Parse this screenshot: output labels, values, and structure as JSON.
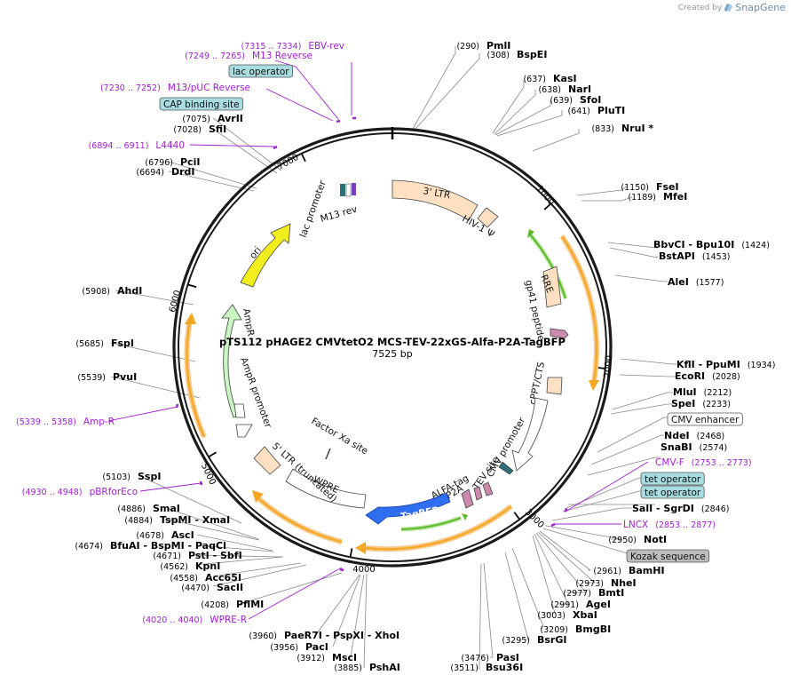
{
  "plasmid": {
    "name": "pTS112 pHAGE2 CMVtetO2 MCS-TEV-22xGS-Alfa-P2A-TagBFP",
    "length_label": "7525 bp",
    "length": 7525
  },
  "branding": {
    "created_by": "Created by",
    "product": "SnapGene"
  },
  "colors": {
    "primer": "#a020d0",
    "orange_arrow": "#f5a623",
    "green_arrow": "#5cb82a",
    "bfp": "#2f6ef0",
    "ori": "#f2ee1e",
    "ampr": "#c9f5c0"
  },
  "ticks": [
    {
      "label": "1000",
      "pos": 1000
    },
    {
      "label": "2000",
      "pos": 2000
    },
    {
      "label": "3000",
      "pos": 3000
    },
    {
      "label": "4000",
      "pos": 4000
    },
    {
      "label": "5000",
      "pos": 5000
    },
    {
      "label": "6000",
      "pos": 6000
    },
    {
      "label": "7000",
      "pos": 7000
    }
  ],
  "sites": [
    {
      "name": "PmlI",
      "pos_label": "(290)",
      "pos": 290
    },
    {
      "name": "BspEI",
      "pos_label": "(308)",
      "pos": 308
    },
    {
      "name": "KasI",
      "pos_label": "(637)",
      "pos": 637
    },
    {
      "name": "NarI",
      "pos_label": "(638)",
      "pos": 638
    },
    {
      "name": "SfoI",
      "pos_label": "(639)",
      "pos": 639
    },
    {
      "name": "PluTI",
      "pos_label": "(641)",
      "pos": 641
    },
    {
      "name": "NruI *",
      "pos_label": "(833)",
      "pos": 833
    },
    {
      "name": "FseI",
      "pos_label": "(1150)",
      "pos": 1150
    },
    {
      "name": "MfeI",
      "pos_label": "(1189)",
      "pos": 1189
    },
    {
      "name": "BbvCI - Bpu10I",
      "pos_label": "(1424)",
      "pos": 1424
    },
    {
      "name": "BstAPI",
      "pos_label": "(1453)",
      "pos": 1453
    },
    {
      "name": "AleI",
      "pos_label": "(1577)",
      "pos": 1577
    },
    {
      "name": "KflI - PpuMI",
      "pos_label": "(1934)",
      "pos": 1934
    },
    {
      "name": "EcoRI",
      "pos_label": "(2028)",
      "pos": 2028
    },
    {
      "name": "MluI",
      "pos_label": "(2212)",
      "pos": 2212
    },
    {
      "name": "SpeI",
      "pos_label": "(2233)",
      "pos": 2233
    },
    {
      "name": "NdeI",
      "pos_label": "(2468)",
      "pos": 2468
    },
    {
      "name": "SnaBI",
      "pos_label": "(2574)",
      "pos": 2574
    },
    {
      "name": "SalI - SgrDI",
      "pos_label": "(2846)",
      "pos": 2846
    },
    {
      "name": "NotI",
      "pos_label": "(2950)",
      "pos": 2950
    },
    {
      "name": "BamHI",
      "pos_label": "(2961)",
      "pos": 2961
    },
    {
      "name": "NheI",
      "pos_label": "(2973)",
      "pos": 2973
    },
    {
      "name": "BmtI",
      "pos_label": "(2977)",
      "pos": 2977
    },
    {
      "name": "AgeI",
      "pos_label": "(2991)",
      "pos": 2991
    },
    {
      "name": "XbaI",
      "pos_label": "(3003)",
      "pos": 3003
    },
    {
      "name": "BmgBI",
      "pos_label": "(3209)",
      "pos": 3209
    },
    {
      "name": "BsrGI",
      "pos_label": "(3295)",
      "pos": 3295
    },
    {
      "name": "PasI",
      "pos_label": "(3476)",
      "pos": 3476
    },
    {
      "name": "Bsu36I",
      "pos_label": "(3511)",
      "pos": 3511
    },
    {
      "name": "PshAI",
      "pos_label": "(3885)",
      "pos": 3885
    },
    {
      "name": "MscI",
      "pos_label": "(3912)",
      "pos": 3912
    },
    {
      "name": "PacI",
      "pos_label": "(3956)",
      "pos": 3956
    },
    {
      "name": "PaeR7I - PspXI - XhoI",
      "pos_label": "(3960)",
      "pos": 3960
    },
    {
      "name": "PflMI",
      "pos_label": "(4208)",
      "pos": 4208
    },
    {
      "name": "SacII",
      "pos_label": "(4470)",
      "pos": 4470
    },
    {
      "name": "Acc65I",
      "pos_label": "(4558)",
      "pos": 4558
    },
    {
      "name": "KpnI",
      "pos_label": "(4562)",
      "pos": 4562
    },
    {
      "name": "PstI - SbfI",
      "pos_label": "(4671)",
      "pos": 4671
    },
    {
      "name": "BfuAI - BspMI - PaqCI",
      "pos_label": "(4674)",
      "pos": 4674
    },
    {
      "name": "AscI",
      "pos_label": "(4678)",
      "pos": 4678
    },
    {
      "name": "TspMI - XmaI",
      "pos_label": "(4884)",
      "pos": 4884
    },
    {
      "name": "SmaI",
      "pos_label": "(4886)",
      "pos": 4886
    },
    {
      "name": "SspI",
      "pos_label": "(5103)",
      "pos": 5103
    },
    {
      "name": "PvuI",
      "pos_label": "(5539)",
      "pos": 5539
    },
    {
      "name": "FspI",
      "pos_label": "(5685)",
      "pos": 5685
    },
    {
      "name": "AhdI",
      "pos_label": "(5908)",
      "pos": 5908
    },
    {
      "name": "DrdI",
      "pos_label": "(6694)",
      "pos": 6694
    },
    {
      "name": "PciI",
      "pos_label": "(6796)",
      "pos": 6796
    },
    {
      "name": "SfiI",
      "pos_label": "(7028)",
      "pos": 7028
    },
    {
      "name": "AvrII",
      "pos_label": "(7075)",
      "pos": 7075
    }
  ],
  "primers": [
    {
      "name": "EBV-rev",
      "range": "(7315 .. 7334)",
      "pos": 7324
    },
    {
      "name": "M13 Reverse",
      "range": "(7249 .. 7265)",
      "pos": 7257
    },
    {
      "name": "M13/pUC Reverse",
      "range": "(7230 .. 7252)",
      "pos": 7241
    },
    {
      "name": "L4440",
      "range": "(6894 .. 6911)",
      "pos": 6902
    },
    {
      "name": "Amp-R",
      "range": "(5339 .. 5358)",
      "pos": 5348
    },
    {
      "name": "pBRforEco",
      "range": "(4930 .. 4948)",
      "pos": 4939
    },
    {
      "name": "WPRE-R",
      "range": "(4020 .. 4040)",
      "pos": 4030
    },
    {
      "name": "LNCX",
      "range": "(2853 .. 2877)",
      "pos": 2865
    },
    {
      "name": "CMV-F",
      "range": "(2753 .. 2773)",
      "pos": 2763
    }
  ],
  "boxed_features": [
    {
      "name": "lac operator",
      "fill": "#a8dce0"
    },
    {
      "name": "CAP binding site",
      "fill": "#a8dce0"
    },
    {
      "name": "CMV enhancer",
      "fill": "#ffffff"
    },
    {
      "name": "tet operator",
      "fill": "#a8dce0"
    },
    {
      "name": "tet operator",
      "fill": "#a8dce0"
    },
    {
      "name": "Kozak sequence",
      "fill": "#bdbdbd"
    }
  ],
  "features": {
    "ltr3": "3' LTR",
    "hiv_psi": "HIV-1 Ψ",
    "rre": "RRE",
    "gp41": "gp41 peptide",
    "cppt": "cPPT/CTS",
    "cmv_promoter": "CMV promoter",
    "tev": "TEV site",
    "alfa": "ALFA-tag",
    "p2a": "P2A",
    "tagbfp": "TagBFP",
    "wpre": "WPRE",
    "ltr5": "5' LTR (truncated)",
    "factor_xa": "Factor Xa site",
    "ampr": "AmpR",
    "ampr_promoter": "AmpR promoter",
    "ori": "ori",
    "lac_promoter": "lac promoter",
    "m13_rev": "M13 rev"
  }
}
